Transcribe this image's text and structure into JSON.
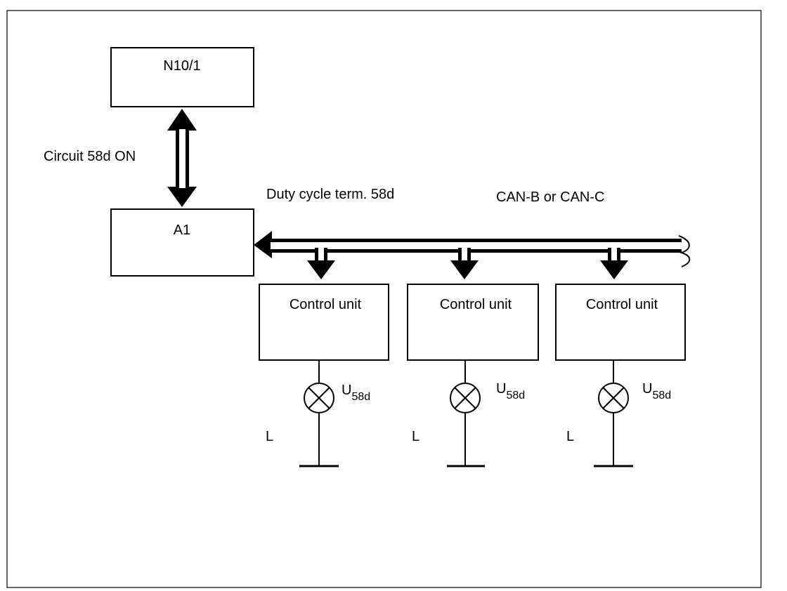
{
  "blocks": {
    "n10": "N10/1",
    "a1": "A1"
  },
  "labels": {
    "circuit": "Circuit 58d ON",
    "duty": "Duty cycle term. 58d",
    "bus": "CAN-B or CAN-C"
  },
  "control_units": [
    {
      "name": "Control unit",
      "voltage": "U",
      "voltage_sub": "58d",
      "ground": "L"
    },
    {
      "name": "Control unit",
      "voltage": "U",
      "voltage_sub": "58d",
      "ground": "L"
    },
    {
      "name": "Control unit",
      "voltage": "U",
      "voltage_sub": "58d",
      "ground": "L"
    }
  ]
}
